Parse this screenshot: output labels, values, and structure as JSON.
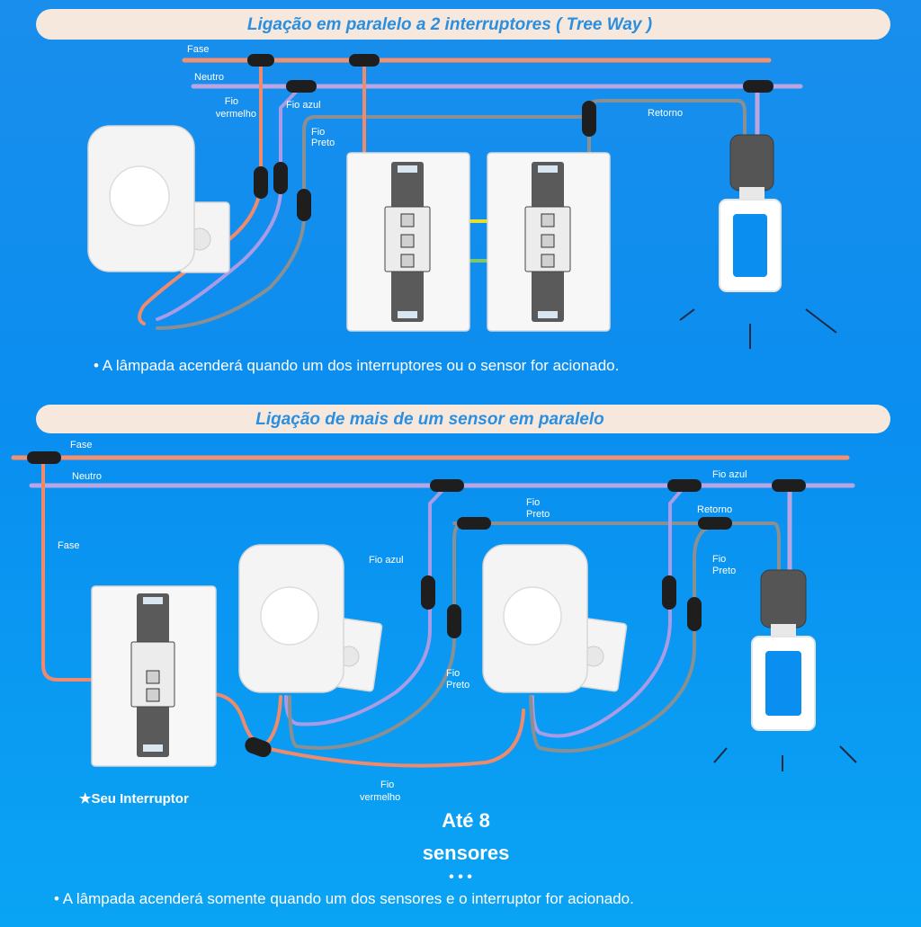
{
  "section1": {
    "title": "Ligação em paralelo a 2 interruptores ( Tree Way )",
    "labels": {
      "fase": "Fase",
      "neutro": "Neutro",
      "fio_vermelho_1": "Fio",
      "fio_vermelho_2": "vermelho",
      "fio_azul": "Fio azul",
      "fio_preto_1": "Fio",
      "fio_preto_2": "Preto",
      "retorno": "Retorno"
    },
    "note": "• A lâmpada acenderá quando um dos interruptores ou o sensor for acionado."
  },
  "section2": {
    "title": "Ligação de mais de um sensor em paralelo",
    "labels": {
      "fase_top": "Fase",
      "neutro": "Neutro",
      "fio_azul_top": "Fio azul",
      "fio_preto_top_1": "Fio",
      "fio_preto_top_2": "Preto",
      "retorno": "Retorno",
      "fase_left": "Fase",
      "fio_azul_mid": "Fio azul",
      "fio_preto_mid_1": "Fio",
      "fio_preto_mid_2": "Preto",
      "fio_preto_right_1": "Fio",
      "fio_preto_right_2": "Preto",
      "fio_vermelho_1": "Fio",
      "fio_vermelho_2": "vermelho"
    },
    "switch_caption": "★Seu Interruptor",
    "count_line1": "Até 8",
    "count_line2": "sensores",
    "dots": "•   •   •",
    "note": "• A lâmpada acenderá somente quando um dos sensores e o interruptor for acionado."
  },
  "colors": {
    "fase": "#f3906f",
    "neutro": "#b8a5e2",
    "fio_preto": "#8a8f92",
    "fio_vermelho": "#f08a6c",
    "fio_azul": "#aa9be6",
    "banner": "#f6e8dc",
    "banner_text": "#2a8fe0"
  }
}
